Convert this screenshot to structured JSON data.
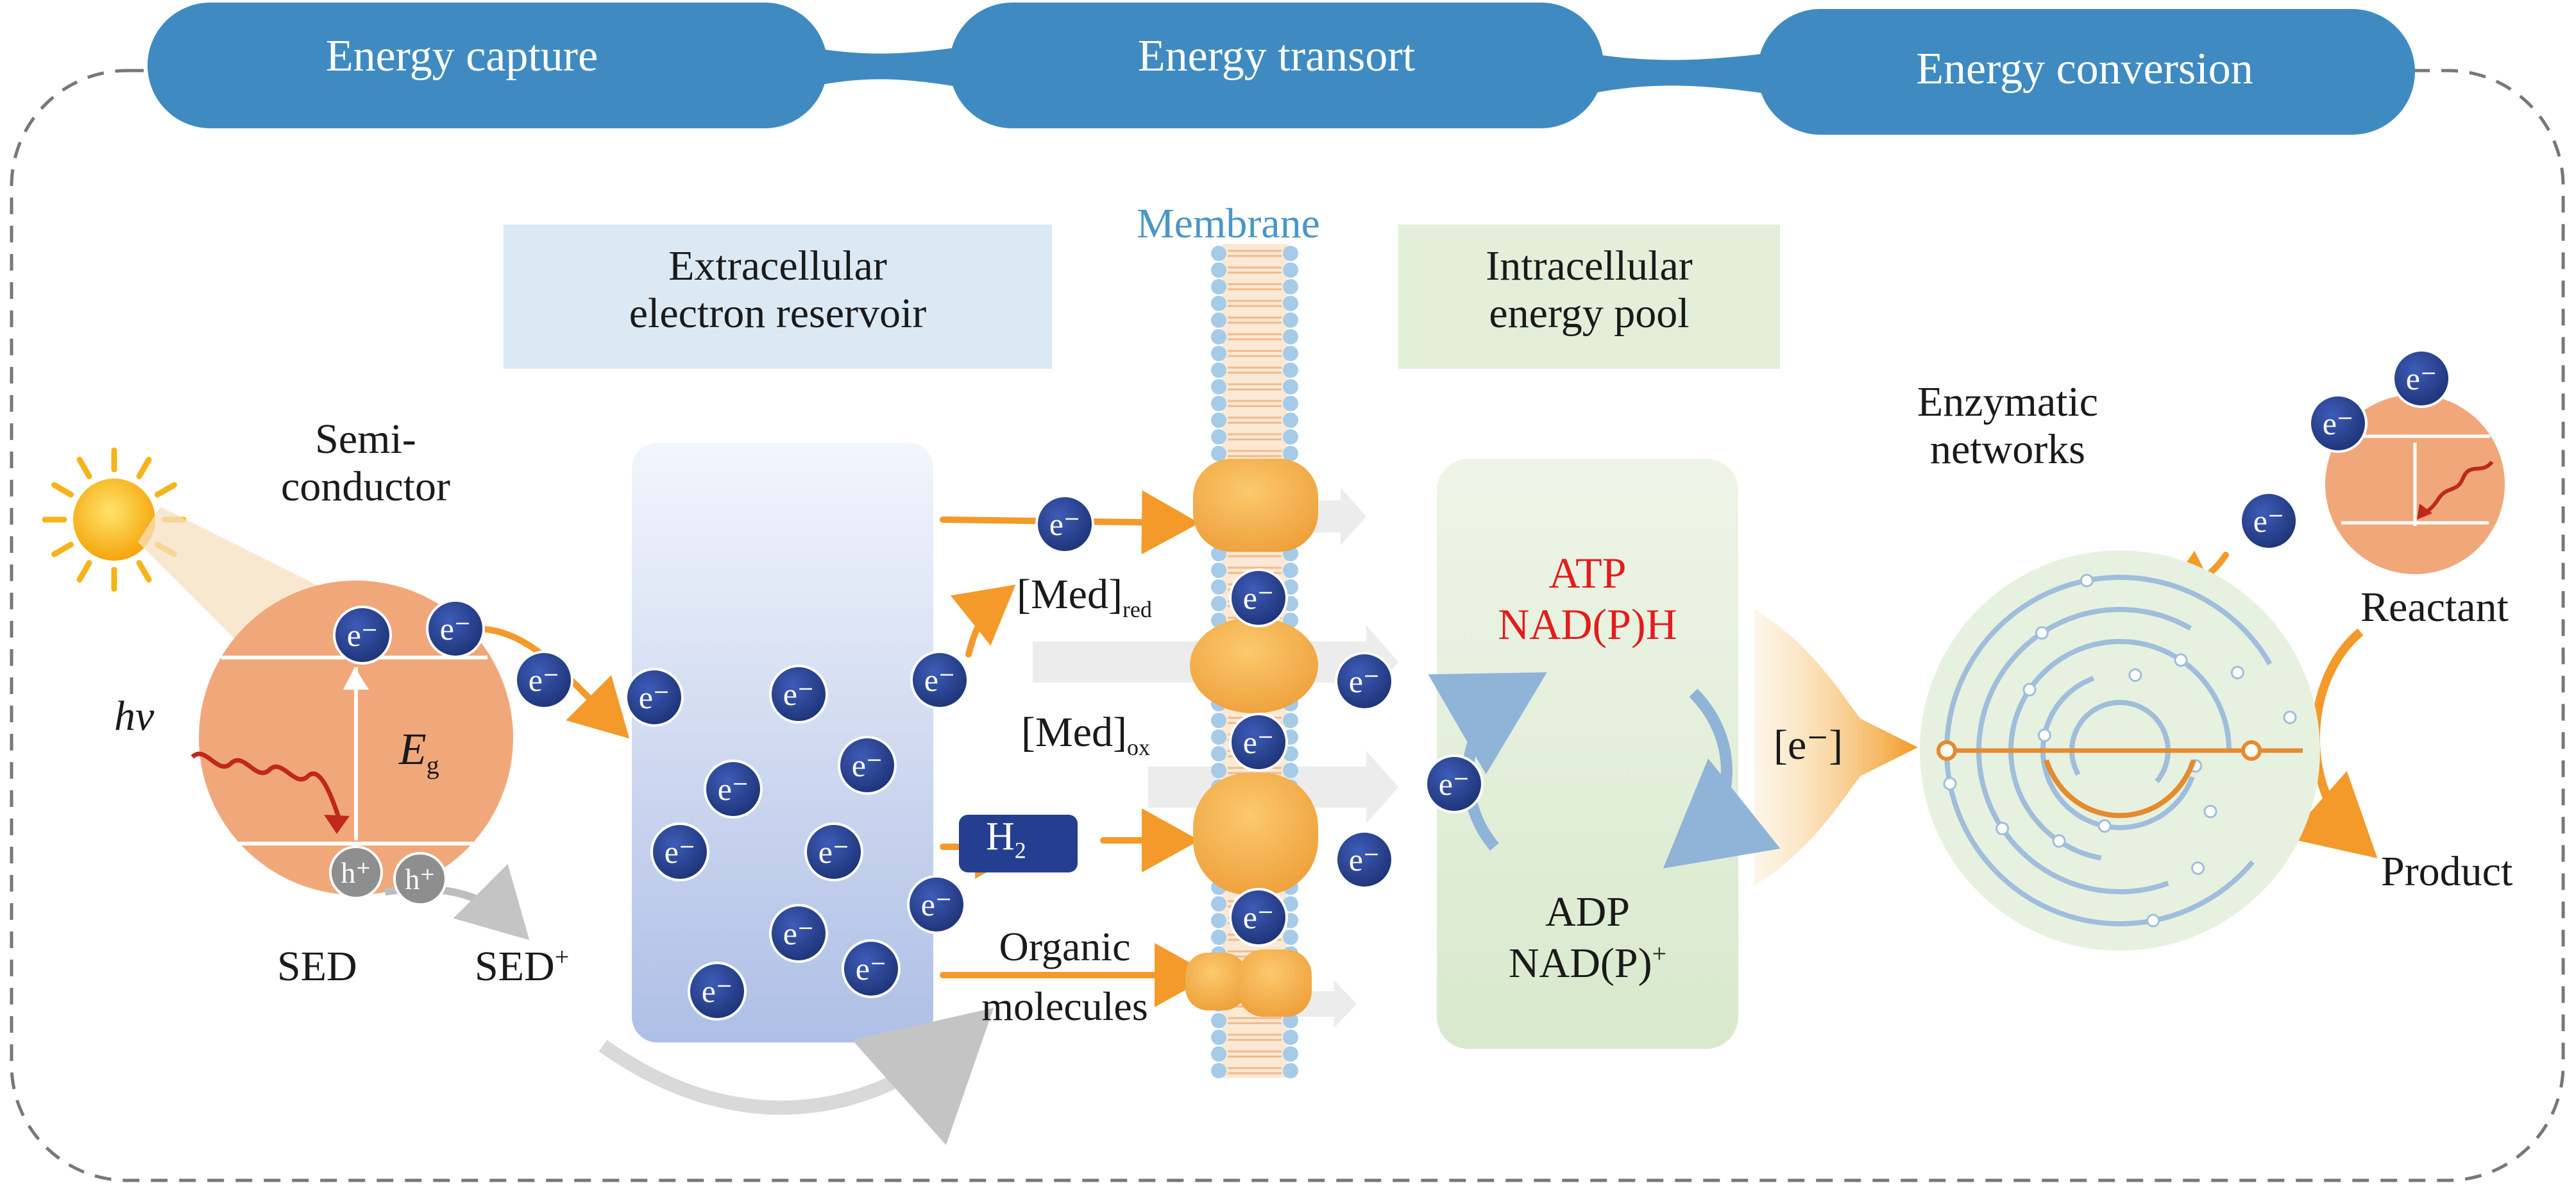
{
  "headers": [
    "Energy capture",
    "Energy transort",
    "Energy conversion"
  ],
  "labels": {
    "membrane": "Membrane",
    "extracellular_line1": "Extracellular",
    "extracellular_line2": "electron reservoir",
    "intracellular_line1": "Intracellular",
    "intracellular_line2": "energy pool",
    "semi_line1": "Semi-",
    "semi_line2": "conductor",
    "hv": "hv",
    "eg_main": "E",
    "eg_sub": "g",
    "sed": "SED",
    "sed_plus_main": "SED",
    "sed_plus_sup": "+",
    "med_red_main": "[Med]",
    "med_red_sub": "red",
    "med_ox_main": "[Med]",
    "med_ox_sub": "ox",
    "h2_main": "H",
    "h2_sub": "2",
    "organic_line1": "Organic",
    "organic_line2": "molecules",
    "atp": "ATP",
    "nadph": "NAD(P)H",
    "adp": "ADP",
    "nadp_main": "NAD(P)",
    "nadp_sup": "+",
    "e_bracket": "[e⁻]",
    "enzymatic_line1": "Enzymatic",
    "enzymatic_line2": "networks",
    "reactant": "Reactant",
    "product": "Product"
  },
  "electron_label": "e⁻",
  "hole_label": "h⁺",
  "colors": {
    "header": "#3f8bc1",
    "electron": "#243f8f",
    "orange": "#f39a2a",
    "semiconductor": "#f0a87a",
    "protein": "#f5b04a",
    "membrane_bead": "#a6cbe9",
    "highlight": "#e31c1c",
    "reservoir_label_bg": "#dbe9f5",
    "pool_label_bg": "#e3efd9"
  }
}
